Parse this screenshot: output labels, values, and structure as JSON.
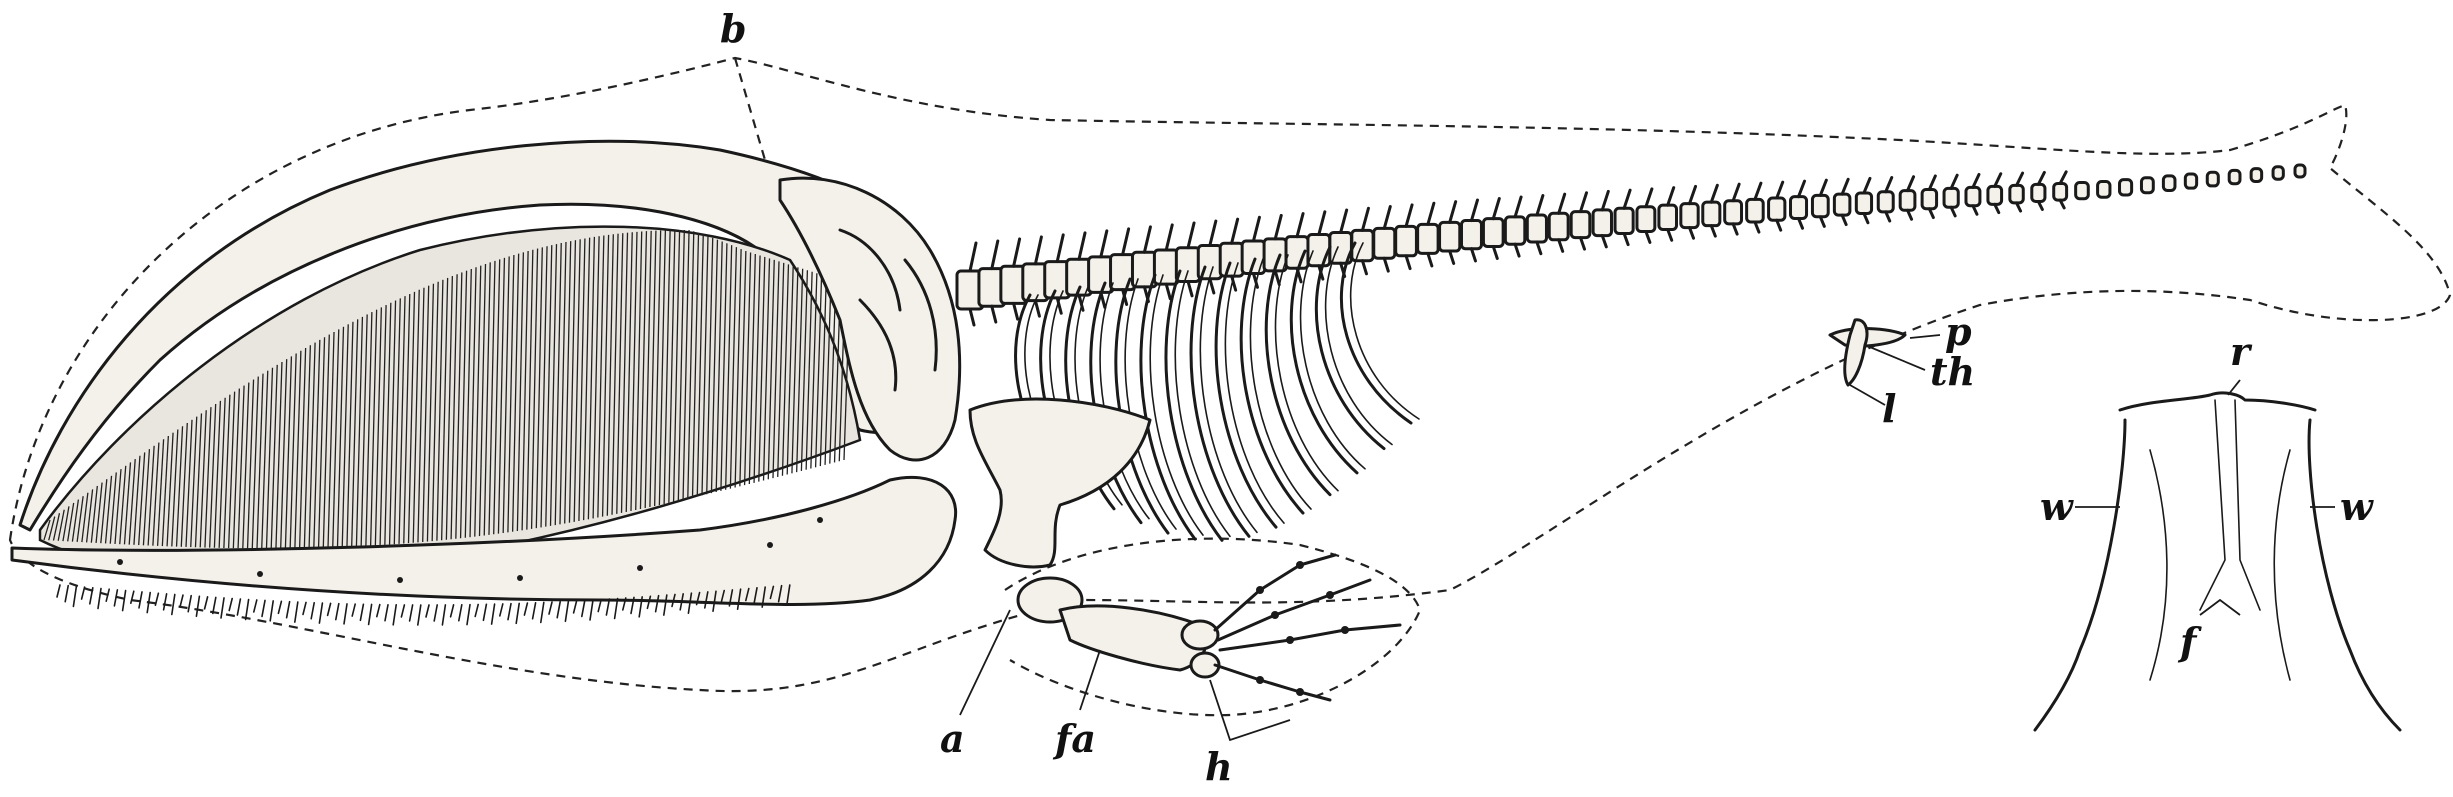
{
  "labels": {
    "b": "b",
    "p": "p",
    "th": "th",
    "l": "l",
    "r": "r",
    "w_left": "w",
    "w_right": "w",
    "f": "f",
    "a": "a",
    "fa": "fa",
    "h": "h"
  }
}
